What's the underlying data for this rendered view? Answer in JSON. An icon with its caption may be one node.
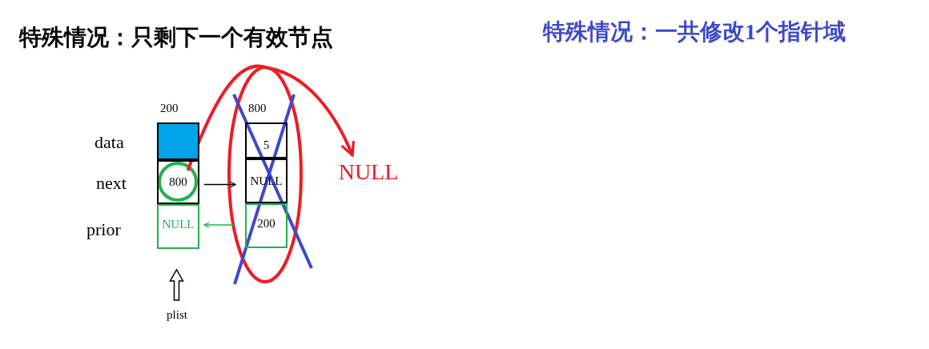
{
  "diagram": {
    "title": "特殊情况：只剩下一个有效节点",
    "nodes": [
      {
        "text": [],
        "shape": "box",
        "beside": [
          "200"
        ]
      },
      {
        "text": [
          "800"
        ]
      },
      {
        "text": [
          "NULL"
        ]
      },
      {
        "text": [
          "5"
        ],
        "beside": [
          "800"
        ]
      },
      {
        "text": [
          "NULL"
        ]
      },
      {
        "text": [
          "200"
        ]
      },
      {
        "text": [
          "NULL"
        ]
      },
      {
        "text": [
          "plist"
        ]
      }
    ],
    "edges": [
      {
        "from": 1,
        "to": 4,
        "arrow": "to"
      },
      {
        "from": 5,
        "to": 2,
        "arrow": "to",
        "color": "#22b14c"
      },
      {
        "from": 1,
        "to": 6,
        "arrow": "to",
        "style": "thick",
        "color": "#ed1c24"
      },
      {
        "from": 7,
        "to": 2,
        "arrow": "to"
      }
    ],
    "labels": [
      "特殊情况：一共修改1个指针域",
      "data",
      "next",
      "prior"
    ]
  }
}
